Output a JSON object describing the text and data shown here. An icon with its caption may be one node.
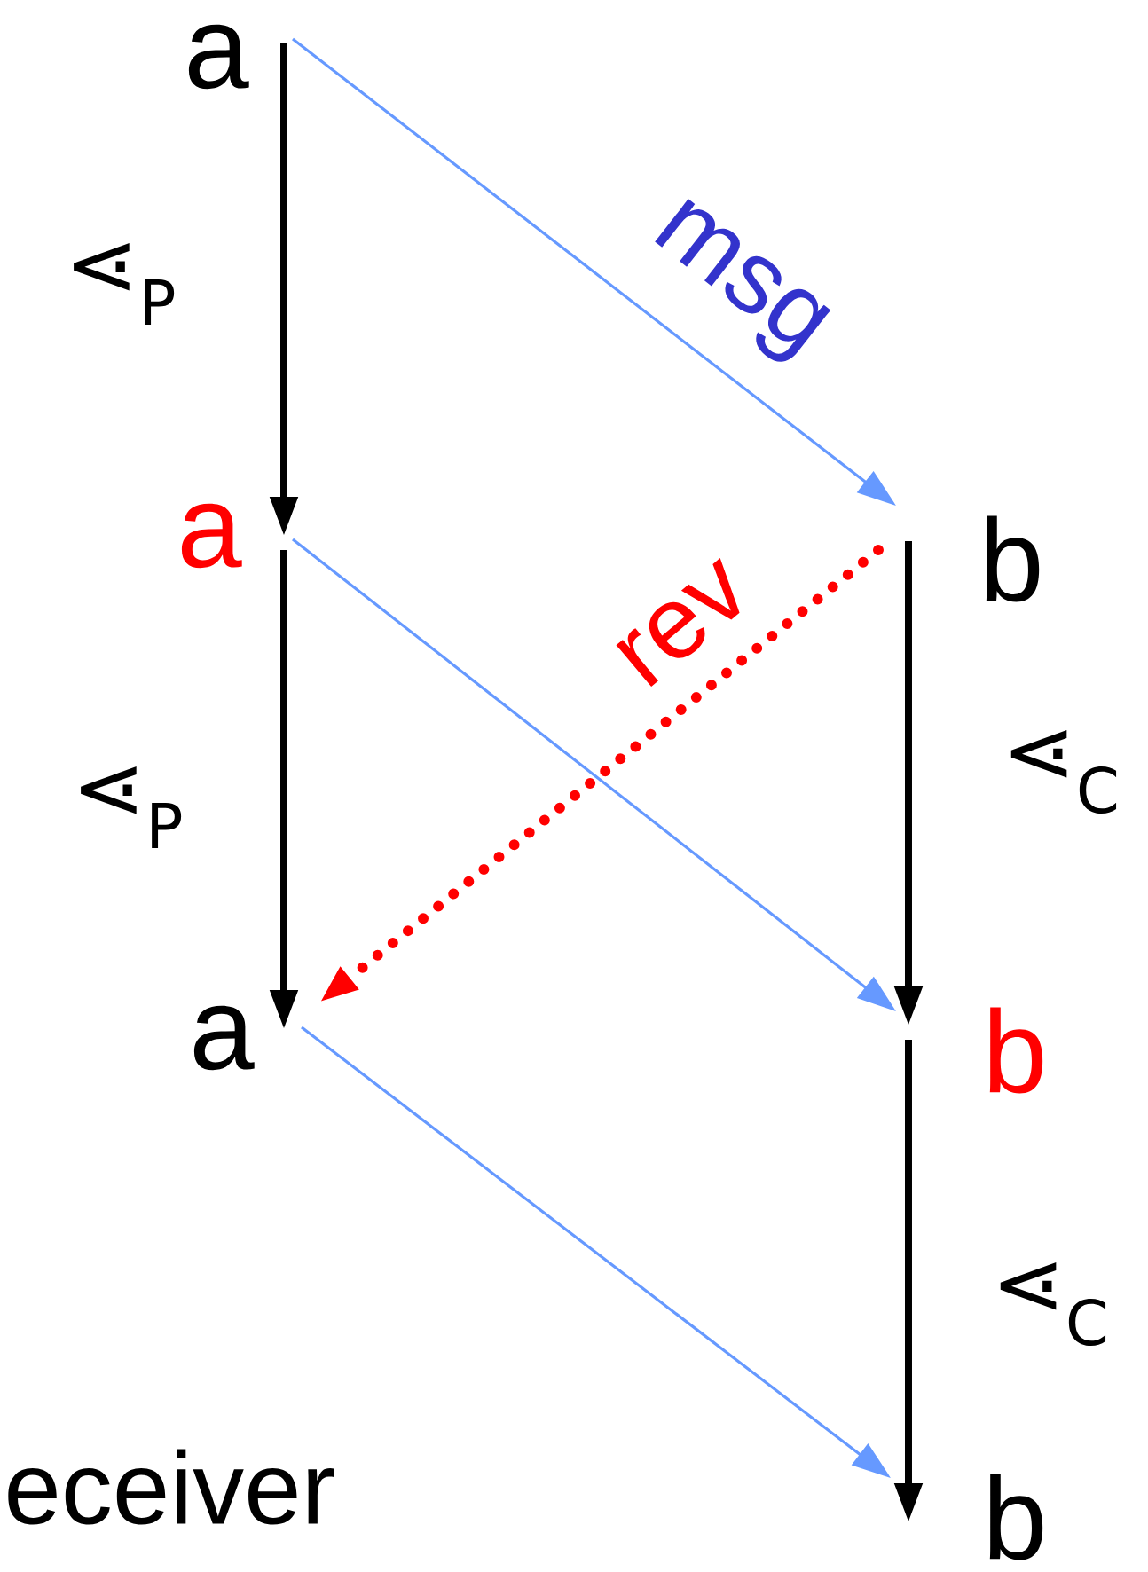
{
  "diagram": {
    "nodes": [
      {
        "text": [
          "a"
        ]
      },
      {
        "text": [
          "a"
        ]
      },
      {
        "text": [
          "a"
        ]
      },
      {
        "text": [
          "b"
        ]
      },
      {
        "text": [
          "b"
        ]
      },
      {
        "text": [
          "b"
        ]
      }
    ],
    "edges": [
      {
        "from": 0,
        "to": 1,
        "arrow": "to"
      },
      {
        "from": 1,
        "to": 2,
        "arrow": "to"
      },
      {
        "from": 3,
        "to": 4,
        "arrow": "to"
      },
      {
        "from": 4,
        "to": 5,
        "arrow": "to"
      },
      {
        "from": 0,
        "to": 3,
        "arrow": "to",
        "label": "msg",
        "color": "#6699ff"
      },
      {
        "from": 1,
        "to": 4,
        "arrow": "to",
        "color": "#6699ff"
      },
      {
        "from": 2,
        "to": 5,
        "arrow": "to",
        "color": "#6699ff"
      },
      {
        "from": 3,
        "to": 2,
        "arrow": "to",
        "label": "rev",
        "style": "dashed",
        "color": "#ff0000"
      }
    ],
    "labels": [
      "⋖$_{P}$",
      "⋖$_{P}$",
      "⋖$_{C}$",
      "⋖$_{C}$",
      "eceiver"
    ]
  }
}
